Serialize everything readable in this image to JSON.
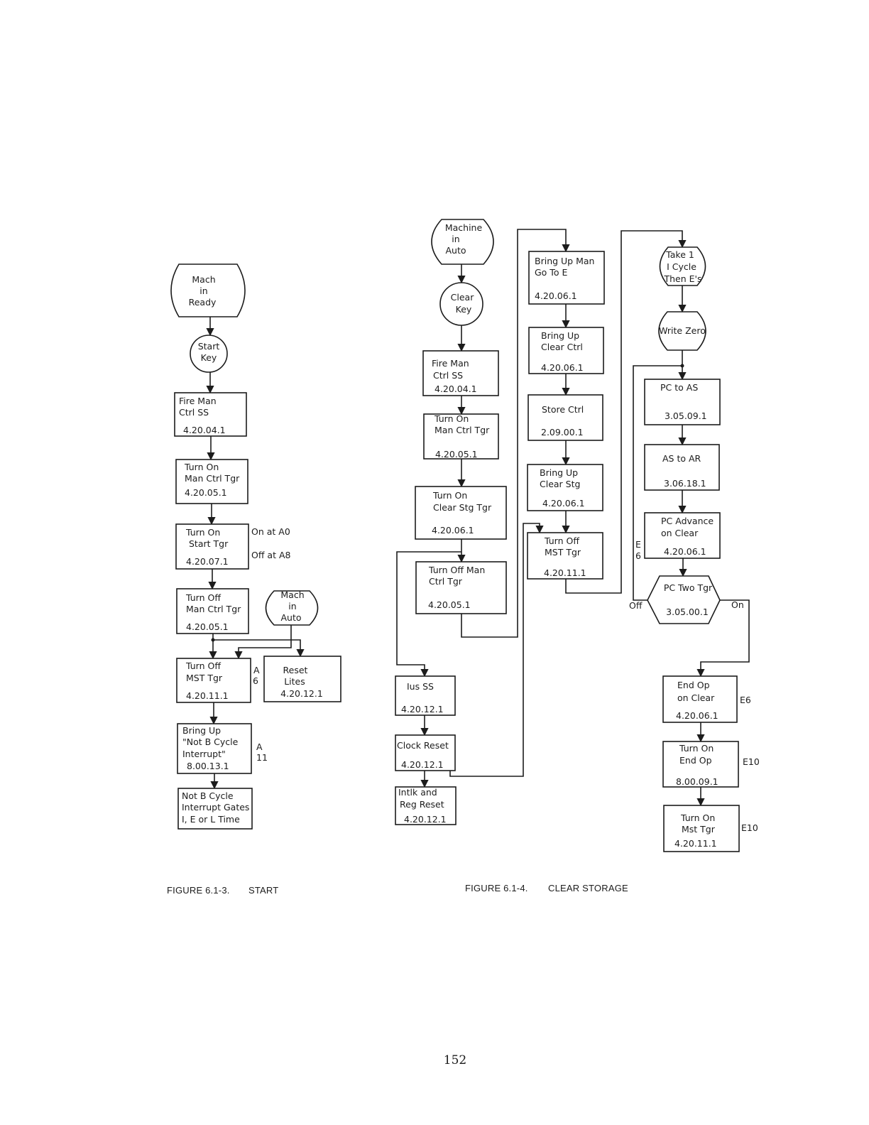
{
  "start": {
    "mach_ready": [
      "Mach",
      "in",
      "Ready"
    ],
    "start_key": [
      "Start",
      "Key"
    ],
    "fire_man_ctrl": [
      "Fire Man",
      "Ctrl SS",
      "4.20.04.1"
    ],
    "turn_on_man_ctrl": [
      "Turn On",
      "Man Ctrl Tgr",
      "4.20.05.1"
    ],
    "turn_on_start": [
      "Turn On",
      "Start Tgr",
      "4.20.07.1"
    ],
    "on_at": "On at A0",
    "off_at": "Off at A8",
    "turn_off_man_ctrl": [
      "Turn Off",
      "Man Ctrl Tgr",
      "4.20.05.1"
    ],
    "mach_auto": [
      "Mach",
      "in",
      "Auto"
    ],
    "turn_off_mst": [
      "Turn Off",
      "MST Tgr",
      "4.20.11.1"
    ],
    "timing_a6": [
      "A",
      "6"
    ],
    "reset_lites": [
      "Reset",
      "Lites",
      "4.20.12.1"
    ],
    "bring_up_not_b": [
      "Bring Up",
      "\"Not B Cycle",
      "Interrupt\"",
      "8.00.13.1"
    ],
    "timing_a11": [
      "A",
      "11"
    ],
    "not_b_gates": [
      "Not B Cycle",
      "Interrupt Gates",
      "I, E or L Time"
    ]
  },
  "clear": {
    "machine_auto": [
      "Machine",
      "in",
      "Auto"
    ],
    "clear_key": [
      "Clear",
      "Key"
    ],
    "fire_man_ctrl": [
      "Fire Man",
      "Ctrl SS",
      "4.20.04.1"
    ],
    "turn_on_man_ctrl": [
      "Turn On",
      "Man Ctrl Tgr",
      "4.20.05.1"
    ],
    "turn_on_clear_stg": [
      "Turn On",
      "Clear Stg Tgr",
      "4.20.06.1"
    ],
    "turn_off_man_ctrl": [
      "Turn Off Man",
      "Ctrl Tgr",
      "4.20.05.1"
    ],
    "ius_ss": [
      "Ius  SS",
      "4.20.12.1"
    ],
    "clock_reset": [
      "Clock Reset",
      "4.20.12.1"
    ],
    "intlk_reset": [
      "Intlk and",
      "Reg Reset",
      "4.20.12.1"
    ],
    "bring_up_man": [
      "Bring Up Man",
      "Go To E",
      "4.20.06.1"
    ],
    "bring_up_clear_ctrl": [
      "Bring Up",
      "Clear Ctrl",
      "4.20.06.1"
    ],
    "store_ctrl": [
      "Store Ctrl",
      "2.09.00.1"
    ],
    "bring_up_clear_stg": [
      "Bring Up",
      "Clear Stg",
      "4.20.06.1"
    ],
    "turn_off_mst": [
      "Turn Off",
      "MST Tgr",
      "4.20.11.1"
    ],
    "take_cycle": [
      "Take 1",
      "I Cycle",
      "Then E's"
    ],
    "write_zero": "Write Zero",
    "pc_to_as": [
      "PC to AS",
      "3.05.09.1"
    ],
    "as_to_ar": [
      "AS to AR",
      "3.06.18.1"
    ],
    "pc_advance": [
      "PC Advance",
      "on Clear",
      "4.20.06.1"
    ],
    "timing_e6_side": [
      "E",
      "6"
    ],
    "pc_two": [
      "PC Two Tgr",
      "3.05.00.1"
    ],
    "off_label": "Off",
    "on_label": "On",
    "end_op_clear": [
      "End Op",
      "on Clear",
      "4.20.06.1"
    ],
    "timing_e6": "E6",
    "turn_on_end_op": [
      "Turn On",
      "End Op",
      "8.00.09.1"
    ],
    "timing_e10a": "E10",
    "turn_on_mst": [
      "Turn On",
      "Mst Tgr",
      "4.20.11.1"
    ],
    "timing_e10b": "E10"
  },
  "captions": {
    "fig3_num": "FIGURE 6.1-3.",
    "fig3_title": "START",
    "fig4_num": "FIGURE 6.1-4.",
    "fig4_title": "CLEAR STORAGE"
  },
  "page_number": "152"
}
